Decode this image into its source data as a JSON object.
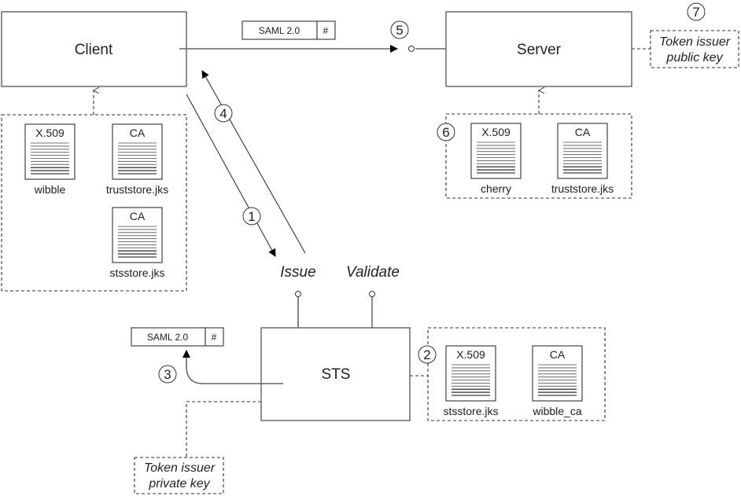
{
  "nodes": {
    "client": "Client",
    "server": "Server",
    "sts": "STS"
  },
  "sts_ports": {
    "issue": "Issue",
    "validate": "Validate"
  },
  "tokens": {
    "top": {
      "label": "SAML 2.0",
      "hash": "#"
    },
    "bottom": {
      "label": "SAML 2.0",
      "hash": "#"
    }
  },
  "keys": {
    "public": {
      "line1": "Token issuer",
      "line2": "public key"
    },
    "private": {
      "line1": "Token issuer",
      "line2": "private key"
    }
  },
  "client_store": [
    {
      "type": "X.509",
      "name": "wibble"
    },
    {
      "type": "CA",
      "name": "truststore.jks"
    },
    {
      "type": "CA",
      "name": "stsstore.jks"
    }
  ],
  "server_store": [
    {
      "type": "X.509",
      "name": "cherry"
    },
    {
      "type": "CA",
      "name": "truststore.jks"
    }
  ],
  "sts_store": [
    {
      "type": "X.509",
      "name": "stsstore.jks"
    },
    {
      "type": "CA",
      "name": "wibble_ca"
    }
  ],
  "steps": [
    "1",
    "2",
    "3",
    "4",
    "5",
    "6",
    "7"
  ]
}
